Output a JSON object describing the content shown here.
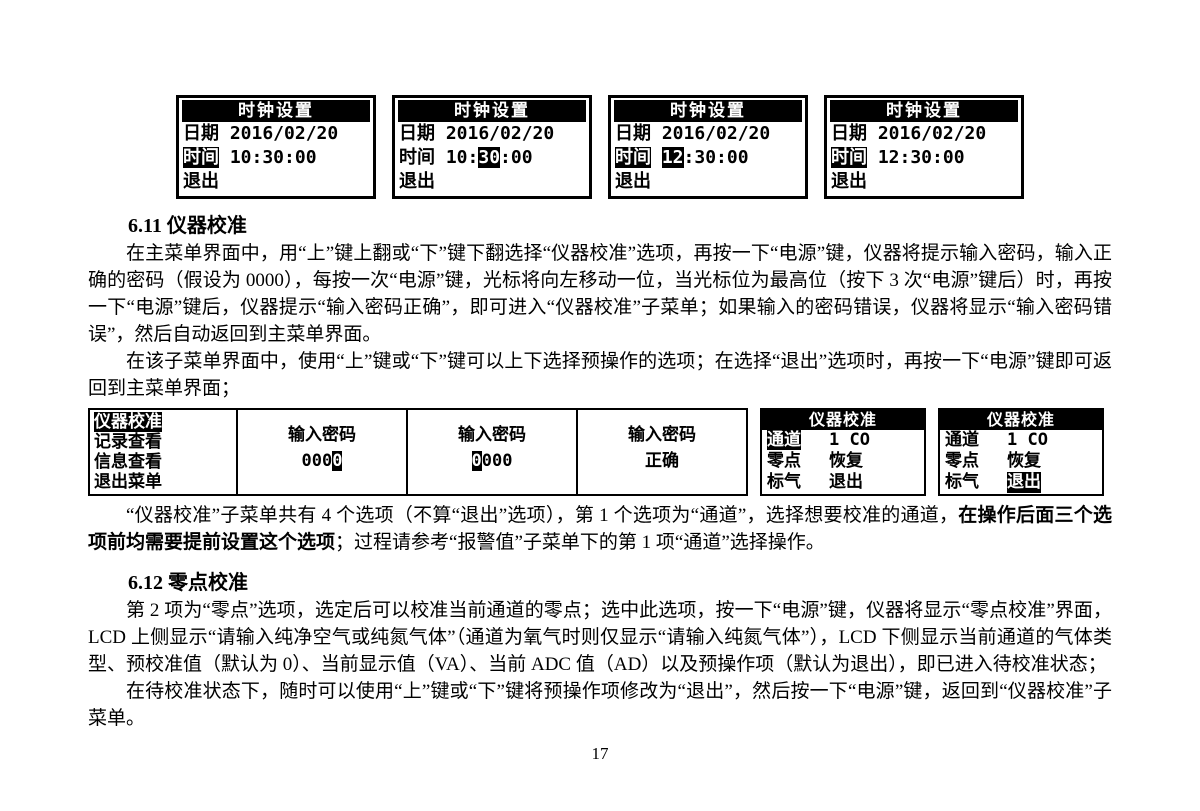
{
  "clock_screens": {
    "title": "时钟设置",
    "screens": [
      {
        "date": "日期 2016/02/20",
        "time": [
          "时间",
          " 10:30:00"
        ],
        "exit": "退出"
      },
      {
        "date": "日期 2016/02/20",
        "time": [
          "时间",
          " 10:",
          "30",
          ":00"
        ],
        "exit": "退出"
      },
      {
        "date": "日期 2016/02/20",
        "time": [
          "时间",
          " ",
          "12",
          ":30:00"
        ],
        "exit": "退出"
      },
      {
        "date": "日期 2016/02/20",
        "time": [
          "时间",
          " 12:30:00"
        ],
        "exit": "退出"
      }
    ]
  },
  "main_menu_screen": {
    "selected": "仪器校准",
    "items": [
      "记录查看",
      "信息查看",
      "退出菜单"
    ]
  },
  "password_screens": {
    "prompt": "输入密码",
    "screen1": {
      "pre": "000",
      "cursor": "0"
    },
    "screen2": {
      "cursor": "0",
      "post": "000"
    },
    "screen3": {
      "result": "正确"
    }
  },
  "calibration_screens": {
    "title": "仪器校准",
    "screen1": {
      "rows": [
        {
          "label": "通道",
          "value": "1 CO"
        },
        {
          "label": "零点",
          "value": "恢复"
        },
        {
          "label": "标气",
          "value": "退出"
        }
      ]
    },
    "screen2": {
      "rows": [
        {
          "label": "通道",
          "value": "1 CO"
        },
        {
          "label": "零点",
          "value": "恢复"
        },
        {
          "label": "标气",
          "value": "退出"
        }
      ]
    }
  },
  "sections": {
    "s611": {
      "heading": "6.11 仪器校准",
      "para1": "在主菜单界面中，用“上”键上翻或“下”键下翻选择“仪器校准”选项，再按一下“电源”键，仪器将提示输入密码，输入正确的密码（假设为 0000），每按一次“电源”键，光标将向左移动一位，当光标位为最高位（按下 3 次“电源”键后）时，再按一下“电源”键后，仪器提示“输入密码正确”，即可进入“仪器校准”子菜单；如果输入的密码错误，仪器将显示“输入密码错误”，然后自动返回到主菜单界面。",
      "para2": "在该子菜单界面中，使用“上”键或“下”键可以上下选择预操作的选项；在选择“退出”选项时，再按一下“电源”键即可返回到主菜单界面；",
      "para3": [
        {
          "text": "“仪器校准”子菜单共有 4 个选项（不算“退出”选项），第 1 个选项为“通道”，选择想要校准的通道，",
          "bold": false
        },
        {
          "text": "在操作后面三个选项前均需要提前设置这个选项",
          "bold": true
        },
        {
          "text": "；过程请参考“报警值”子菜单下的第 1 项“通道”选择操作。",
          "bold": false
        }
      ]
    },
    "s612": {
      "heading": "6.12 零点校准",
      "para1": "第 2 项为“零点”选项，选定后可以校准当前通道的零点；选中此选项，按一下“电源”键，仪器将显示“零点校准”界面，LCD 上侧显示“请输入纯净空气或纯氮气体”（通道为氧气时则仅显示“请输入纯氮气体”），LCD 下侧显示当前通道的气体类型、预校准值（默认为 0）、当前显示值（VA）、当前 ADC 值（AD）以及预操作项（默认为退出），即已进入待校准状态；",
      "para2": "在待校准状态下，随时可以使用“上”键或“下”键将预操作项修改为“退出”，然后按一下“电源”键，返回到“仪器校准”子菜单。"
    }
  },
  "page_number": "17"
}
